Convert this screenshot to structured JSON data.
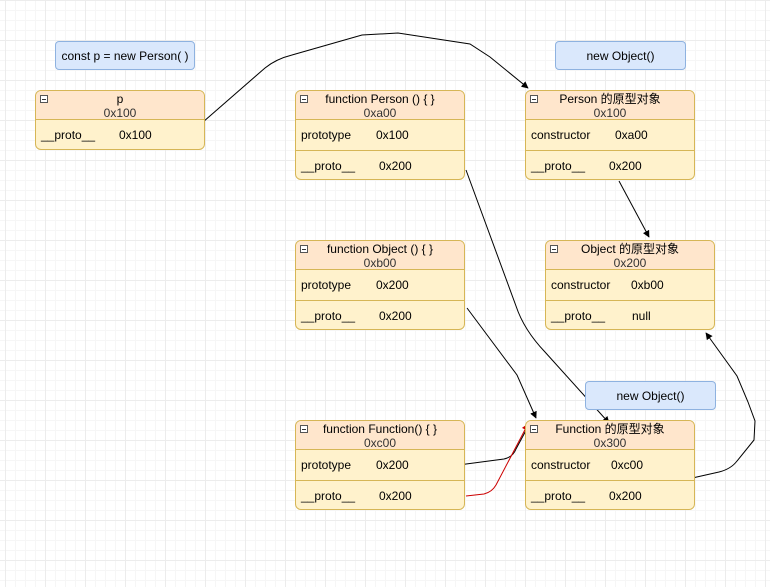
{
  "labels": {
    "constructor_call": "const p = new Person( )",
    "new_object_top": "new Object()",
    "new_object_bottom": "new Object()"
  },
  "nodes": {
    "p": {
      "title": "p",
      "addr": "0x100",
      "rows": [
        {
          "key": "__proto__",
          "value": "0x100"
        }
      ]
    },
    "person_fn": {
      "title": "function Person () { }",
      "addr": "0xa00",
      "rows": [
        {
          "key": "prototype",
          "value": "0x100"
        },
        {
          "key": "__proto__",
          "value": "0x200"
        }
      ]
    },
    "person_proto": {
      "title": "Person 的原型对象",
      "addr": "0x100",
      "rows": [
        {
          "key": "constructor",
          "value": "0xa00"
        },
        {
          "key": "__proto__",
          "value": "0x200"
        }
      ]
    },
    "object_fn": {
      "title": "function Object () { }",
      "addr": "0xb00",
      "rows": [
        {
          "key": "prototype",
          "value": "0x200"
        },
        {
          "key": "__proto__",
          "value": "0x200"
        }
      ]
    },
    "object_proto": {
      "title": "Object 的原型对象",
      "addr": "0x200",
      "rows": [
        {
          "key": "constructor",
          "value": "0xb00"
        },
        {
          "key": "__proto__",
          "value": "null"
        }
      ]
    },
    "function_fn": {
      "title": "function Function() { }",
      "addr": "0xc00",
      "rows": [
        {
          "key": "prototype",
          "value": "0x200"
        },
        {
          "key": "__proto__",
          "value": "0x200"
        }
      ]
    },
    "function_proto": {
      "title": "Function 的原型对象",
      "addr": "0x300",
      "rows": [
        {
          "key": "constructor",
          "value": "0xc00"
        },
        {
          "key": "__proto__",
          "value": "0x200"
        }
      ]
    }
  },
  "colors": {
    "edge": "#000000",
    "highlight_edge": "#cc0000",
    "node_fill": "#fff2cc",
    "node_header": "#ffe6cc",
    "label_fill": "#dae8fc"
  }
}
